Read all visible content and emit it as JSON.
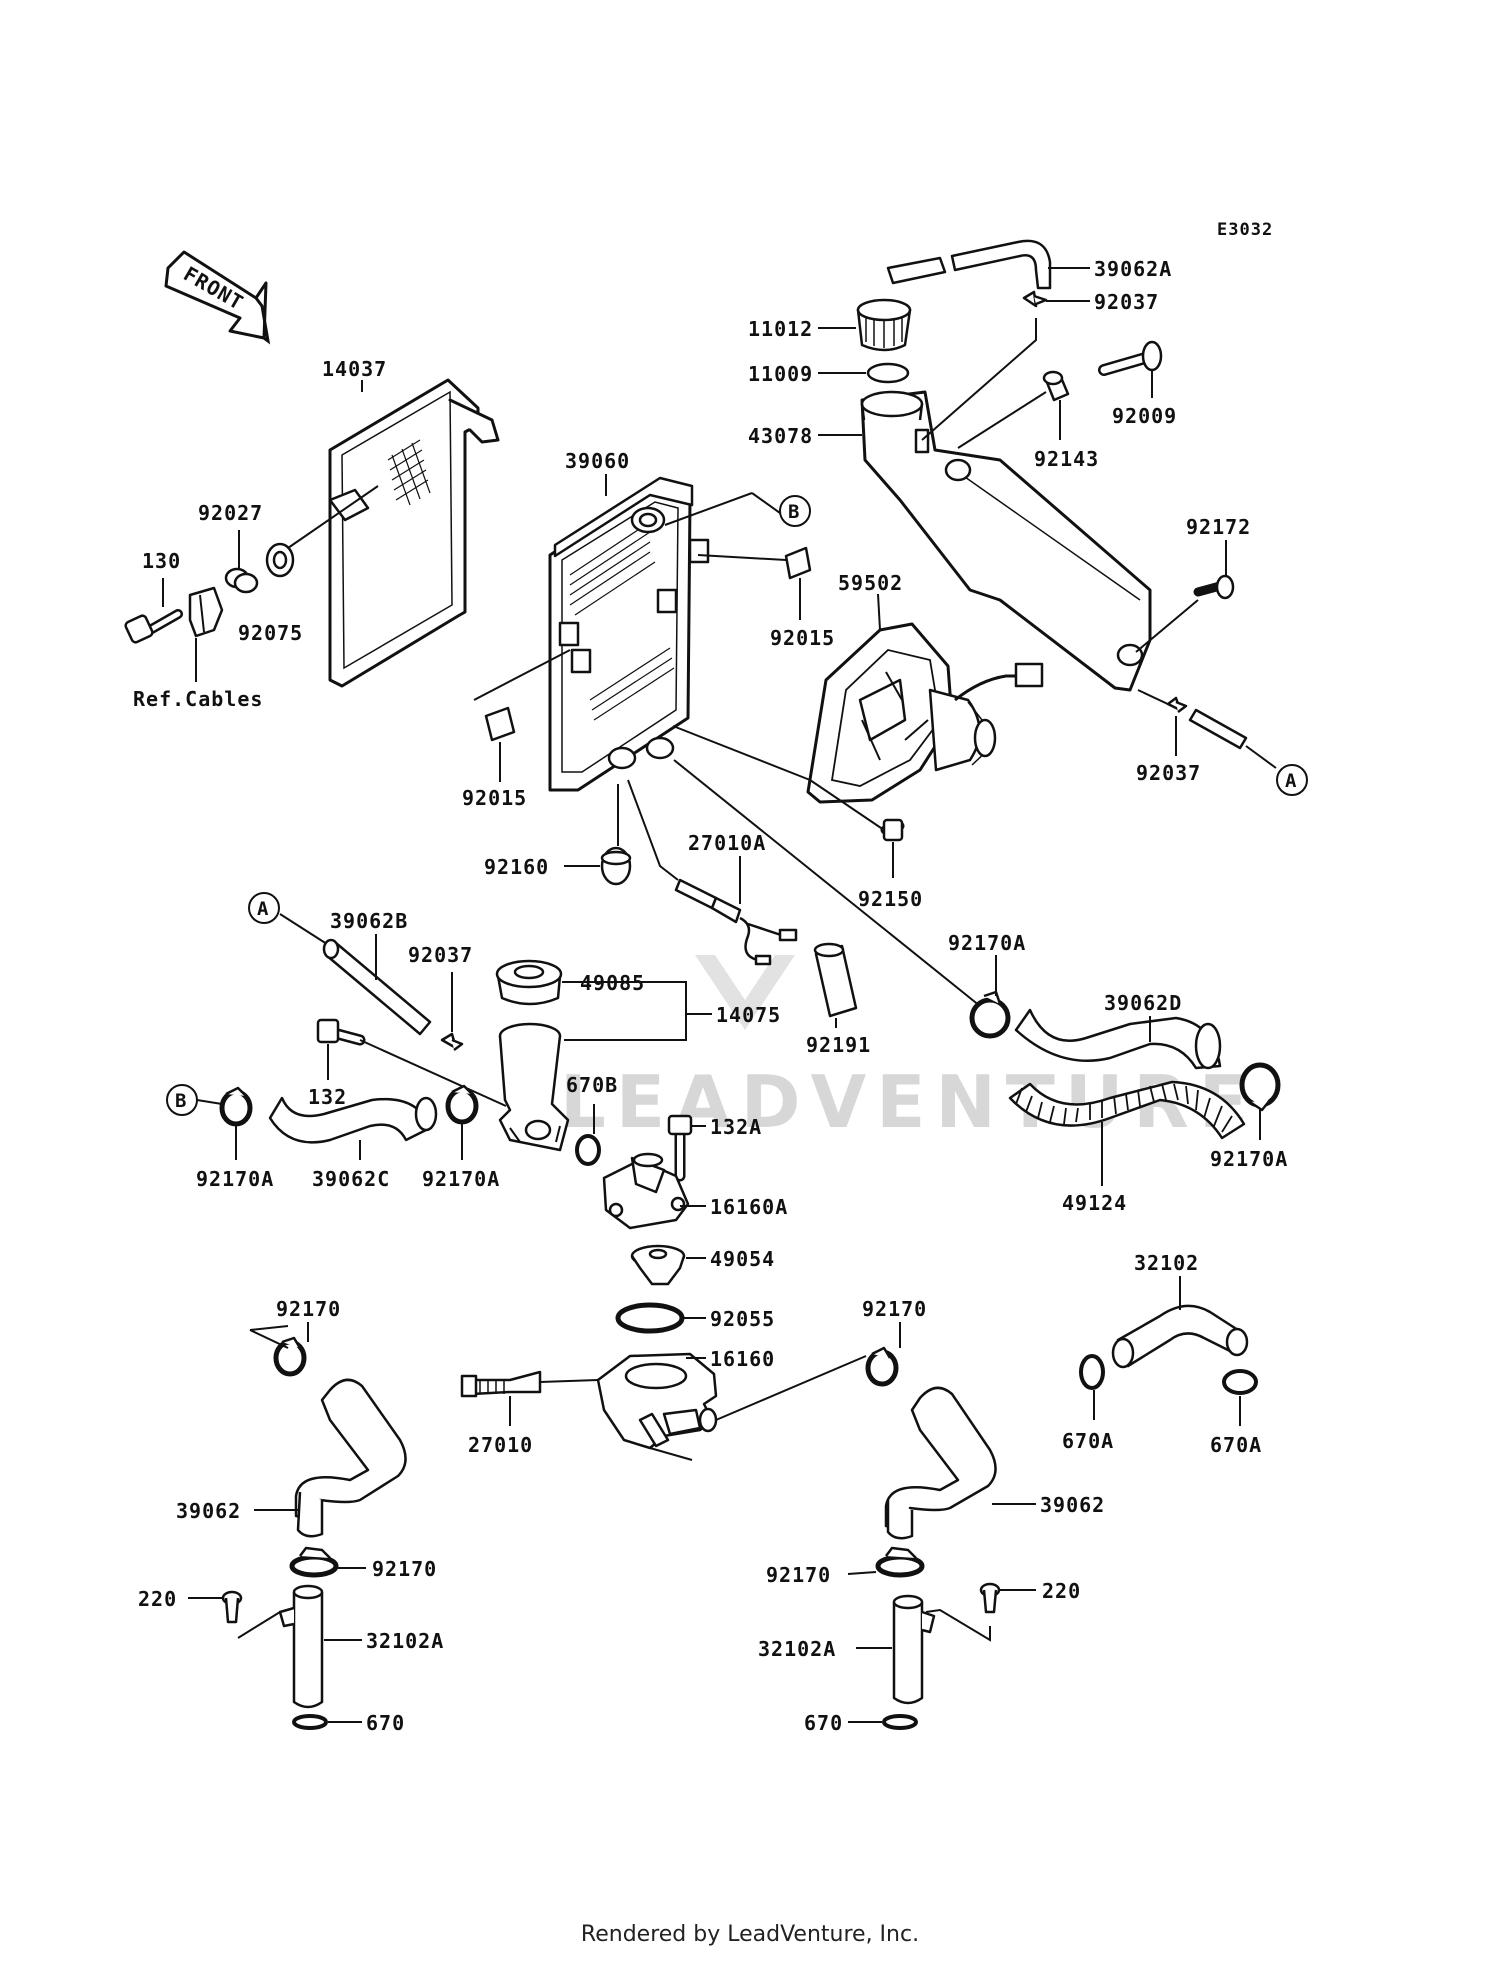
{
  "diagram_code": "E3032",
  "footer": "Rendered by LeadVenture, Inc.",
  "watermark": "LEADVENTURE",
  "front_label": "FRONT",
  "ref_cables": "Ref.Cables",
  "refs": {
    "a": "A",
    "b": "B"
  },
  "labels": {
    "p39062A": "39062A",
    "p92037_top": "92037",
    "p11012": "11012",
    "p11009": "11009",
    "p43078": "43078",
    "p92009": "92009",
    "p92143": "92143",
    "p92172": "92172",
    "p14037": "14037",
    "p39060": "39060",
    "p92027": "92027",
    "p130": "130",
    "p92075": "92075",
    "p92015_right": "92015",
    "p59502": "59502",
    "p92037_right": "92037",
    "p92015_left": "92015",
    "p92160": "92160",
    "p27010A": "27010A",
    "p92150": "92150",
    "p92170A_top": "92170A",
    "p39062D": "39062D",
    "p39062B": "39062B",
    "p92037_mid": "92037",
    "p49085": "49085",
    "p14075": "14075",
    "p132": "132",
    "p92191": "92191",
    "p670B": "670B",
    "p132A": "132A",
    "p16160A": "16160A",
    "p92170A_left": "92170A",
    "p39062C": "39062C",
    "p92170A_mid": "92170A",
    "p49124": "49124",
    "p92170A_right": "92170A",
    "p49054": "49054",
    "p92055": "92055",
    "p16160": "16160",
    "p92170_left": "92170",
    "p92170_right": "92170",
    "p32102": "32102",
    "p27010": "27010",
    "p670A_left": "670A",
    "p670A_right": "670A",
    "p39062_left": "39062",
    "p39062_right": "39062",
    "p92170_ll": "92170",
    "p92170_rl": "92170",
    "p220_left": "220",
    "p220_right": "220",
    "p32102A_left": "32102A",
    "p32102A_right": "32102A",
    "p670_left": "670",
    "p670_right": "670"
  }
}
